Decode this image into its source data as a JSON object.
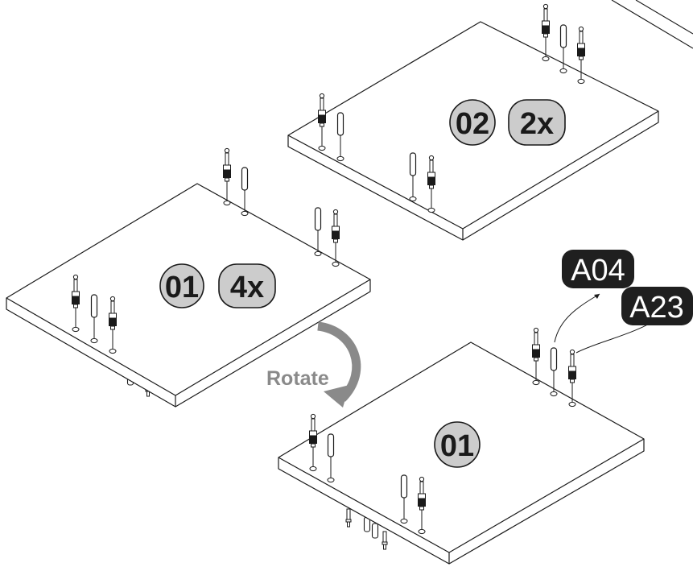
{
  "colors": {
    "line": "#1a1a1a",
    "panel_fill": "#ffffff",
    "badge_fill": "#cccccc",
    "arrow": "#8a8a8a",
    "tag_fill": "#1f1f1f",
    "tag_text": "#ffffff"
  },
  "panels": [
    {
      "id": "panel-01-4x",
      "part": "01",
      "qty": "4x"
    },
    {
      "id": "panel-02-2x",
      "part": "02",
      "qty": "2x"
    },
    {
      "id": "panel-01-rotated",
      "part": "01"
    }
  ],
  "rotate_label": "Rotate",
  "hardware_tags": [
    {
      "id": "A04",
      "label": "A04"
    },
    {
      "id": "A23",
      "label": "A23"
    }
  ],
  "icons": [
    "cam-bolt-icon",
    "wooden-dowel-icon",
    "rotate-arrow-icon"
  ]
}
